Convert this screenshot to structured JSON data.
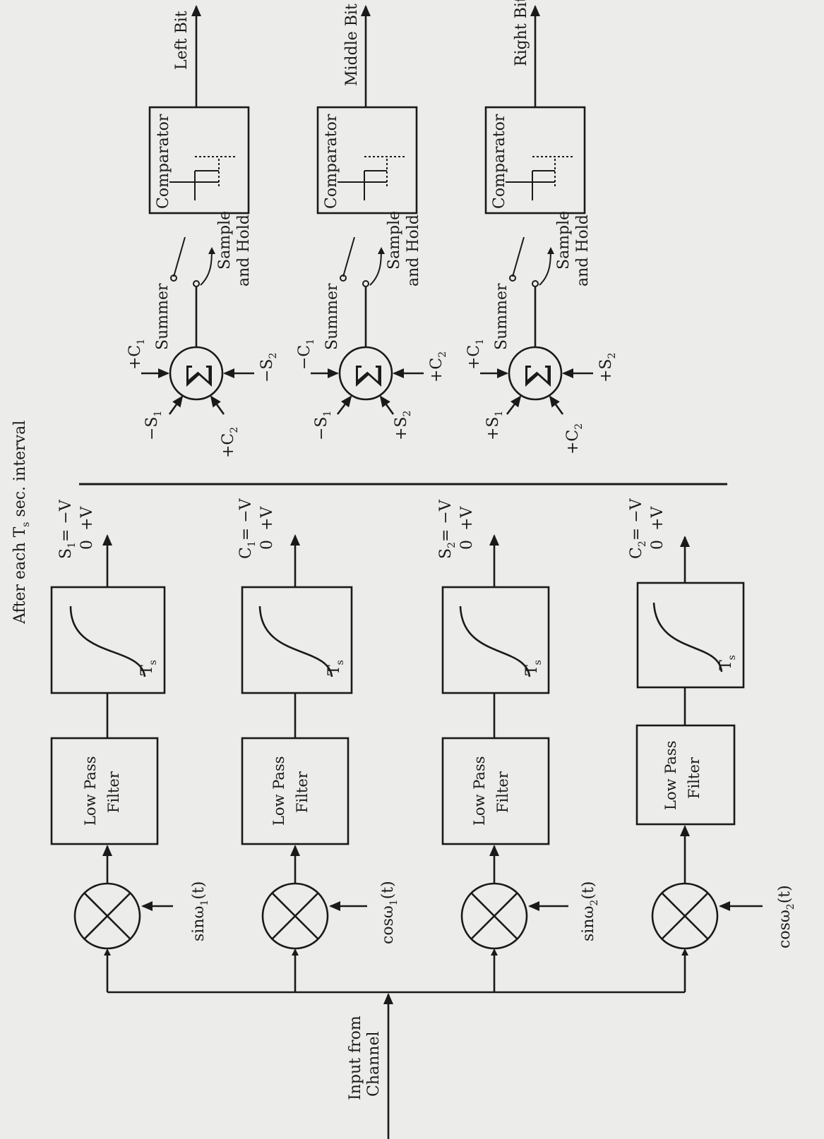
{
  "caption": {
    "text": "After each T",
    "sub": "s",
    "rest": " sec. interval"
  },
  "input": {
    "line1": "Input from",
    "line2": "Channel"
  },
  "channels": [
    {
      "ref_main": "sinω",
      "ref_sub": "1",
      "ref_tail": "(t)",
      "filter_l1": "Low Pass",
      "filter_l2": "Filter",
      "integrator_label": "T",
      "integrator_sub": "s",
      "out_name": "S",
      "out_sub": "1",
      "out_eq": "= −V",
      "out_plus": "+V",
      "out_zero": "0"
    },
    {
      "ref_main": "cosω",
      "ref_sub": "1",
      "ref_tail": "(t)",
      "filter_l1": "Low Pass",
      "filter_l2": "Filter",
      "integrator_label": "T",
      "integrator_sub": "s",
      "out_name": "C",
      "out_sub": "1",
      "out_eq": "= −V",
      "out_plus": "+V",
      "out_zero": "0"
    },
    {
      "ref_main": "sinω",
      "ref_sub": "2",
      "ref_tail": "(t)",
      "filter_l1": "Low Pass",
      "filter_l2": "Filter",
      "integrator_label": "T",
      "integrator_sub": "s",
      "out_name": "S",
      "out_sub": "2",
      "out_eq": "= −V",
      "out_plus": "+V",
      "out_zero": "0"
    },
    {
      "ref_main": "cosω",
      "ref_sub": "2",
      "ref_tail": "(t)",
      "filter_l1": "Low Pass",
      "filter_l2": "Filter",
      "integrator_label": "T",
      "integrator_sub": "s",
      "out_name": "C",
      "out_sub": "2",
      "out_eq": "= −V",
      "out_plus": "+V",
      "out_zero": "0"
    }
  ],
  "decoders": [
    {
      "summer_label": "Summer",
      "sigma": "Σ",
      "inputs": [
        {
          "sign": "+C",
          "sub": "1"
        },
        {
          "sign": "−S",
          "sub": "1"
        },
        {
          "sign": "+C",
          "sub": "2"
        },
        {
          "sign": "−S",
          "sub": "2"
        }
      ],
      "sh_l1": "Sample",
      "sh_l2": "and Hold",
      "comparator": "Comparator",
      "output": "Left Bit"
    },
    {
      "summer_label": "Summer",
      "sigma": "Σ",
      "inputs": [
        {
          "sign": "−C",
          "sub": "1"
        },
        {
          "sign": "−S",
          "sub": "1"
        },
        {
          "sign": "+S",
          "sub": "2"
        },
        {
          "sign": "+C",
          "sub": "2"
        }
      ],
      "sh_l1": "Sample",
      "sh_l2": "and Hold",
      "comparator": "Comparator",
      "output": "Middle Bit"
    },
    {
      "summer_label": "Summer",
      "sigma": "Σ",
      "inputs": [
        {
          "sign": "+C",
          "sub": "1"
        },
        {
          "sign": "+S",
          "sub": "1"
        },
        {
          "sign": "+C",
          "sub": "2"
        },
        {
          "sign": "+S",
          "sub": "2"
        }
      ],
      "sh_l1": "Sample",
      "sh_l2": "and Hold",
      "comparator": "Comparator",
      "output": "Right Bit"
    }
  ]
}
